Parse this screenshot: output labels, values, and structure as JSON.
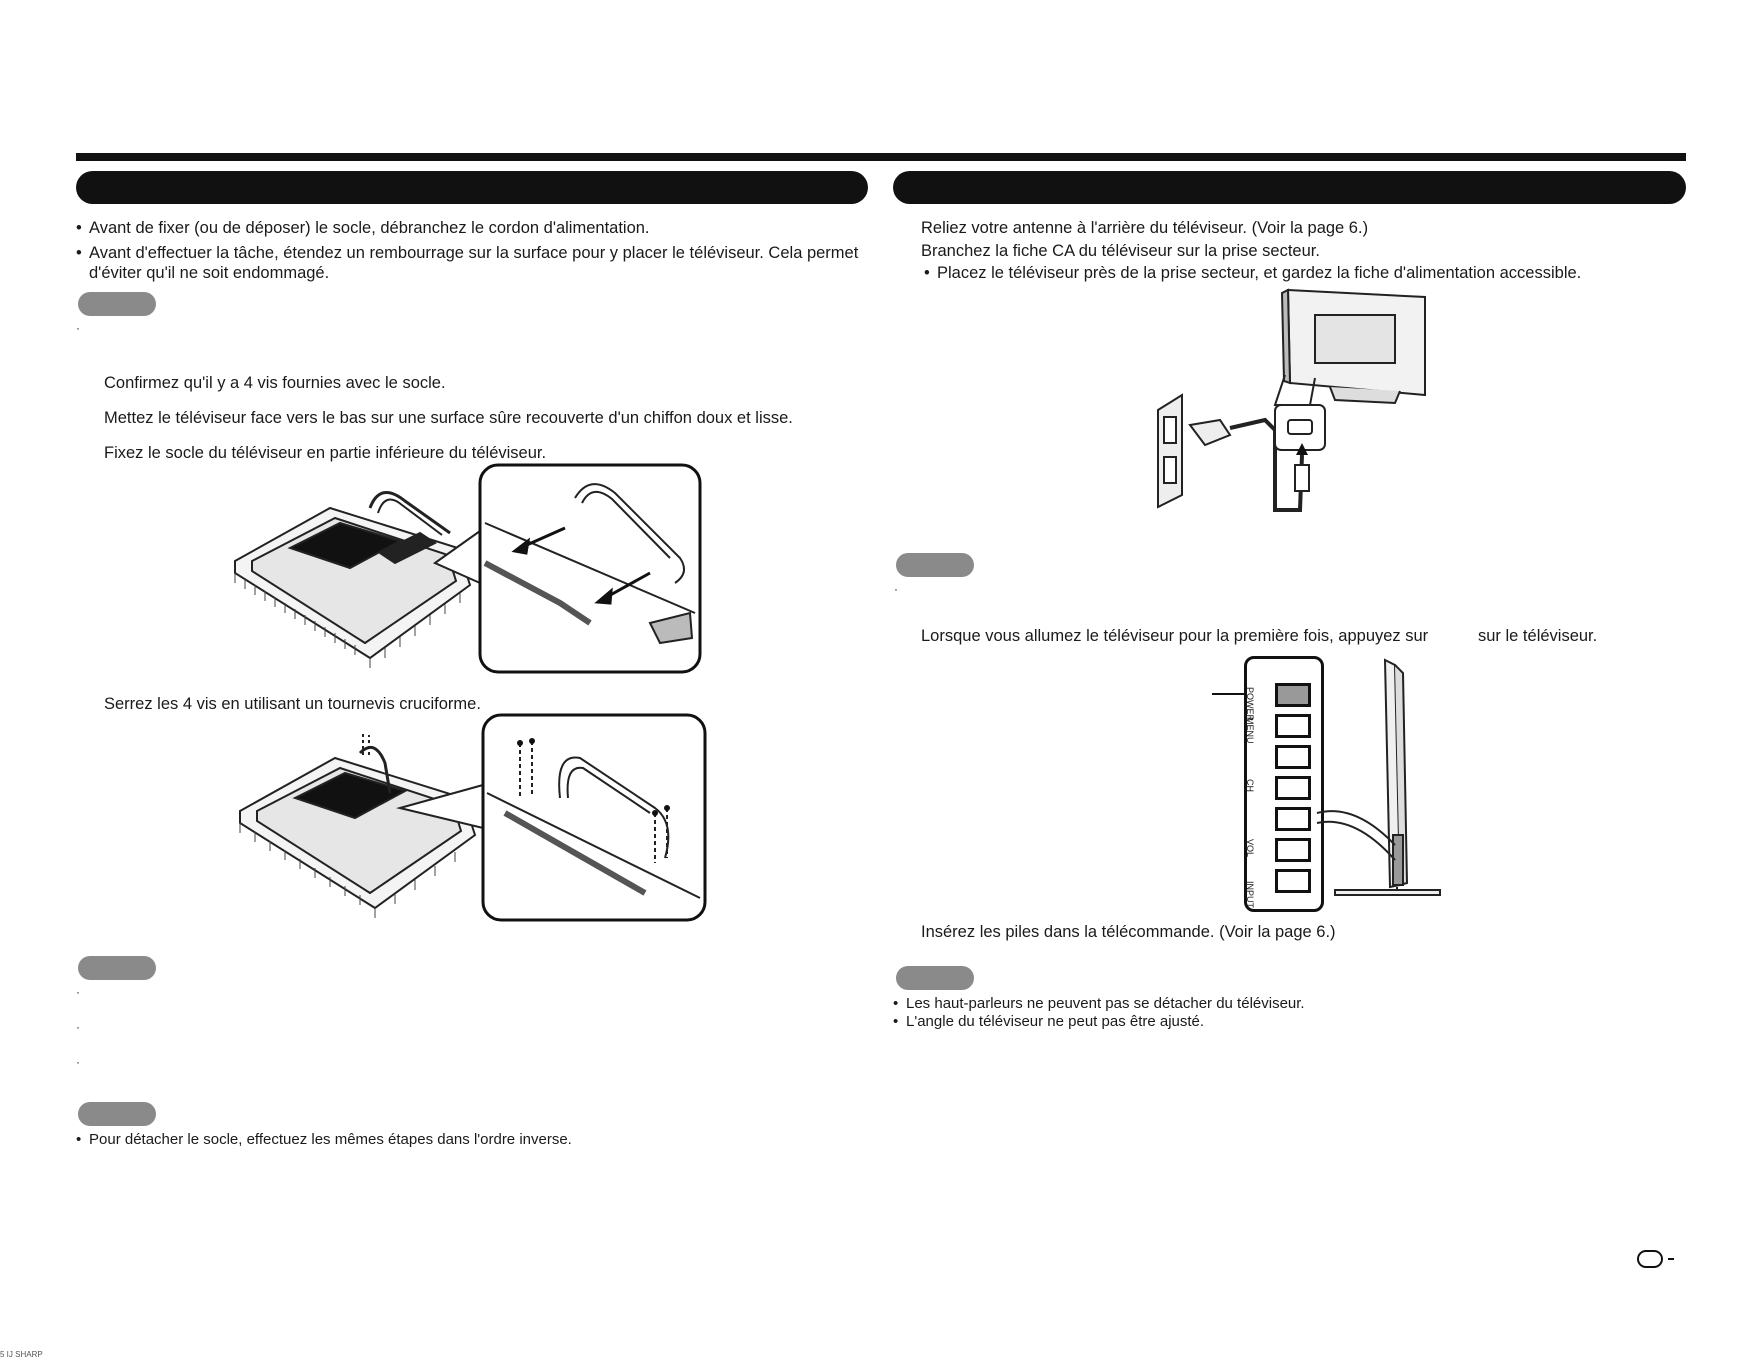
{
  "left": {
    "bullets": [
      "Avant de fixer (ou de déposer) le socle, débranchez le cordon d'alimentation.",
      "Avant d'effectuer la tâche, étendez un rembourrage sur la surface pour y placer le téléviseur. Cela permet",
      "d'éviter qu'il ne soit endommagé."
    ],
    "steps": [
      "Confirmez qu'il y a 4 vis fournies avec le socle.",
      "Mettez le téléviseur face vers le bas sur une surface sûre recouverte d'un chiffon doux et lisse.",
      "Fixez le socle du téléviseur en partie inférieure du téléviseur.",
      "Serrez les 4 vis en utilisant un tournevis cruciforme."
    ],
    "note_bottom": "Pour détacher le socle, effectuez les mêmes étapes dans l'ordre inverse."
  },
  "right": {
    "lines": [
      "Reliez votre antenne à l'arrière du téléviseur. (Voir la page  6.)",
      "Branchez la fiche CA du téléviseur sur la prise secteur.",
      "Placez le téléviseur près de la prise secteur, et gardez la fiche d'alimentation accessible."
    ],
    "power_text_a": "Lorsque vous allumez le téléviseur pour la première fois, appuyez sur",
    "power_text_b": "sur le téléviseur.",
    "batteries": "Insérez les piles dans la télécommande. (Voir la page 6.)",
    "notes": [
      "Les haut-parleurs ne peuvent pas se détacher du téléviseur.",
      "L'angle du téléviseur ne peut pas être ajusté."
    ],
    "panel_labels": [
      "POWER",
      "MENU",
      "CH",
      "VOL",
      "INPUT"
    ]
  },
  "footer": "5 IJ  SHARP"
}
